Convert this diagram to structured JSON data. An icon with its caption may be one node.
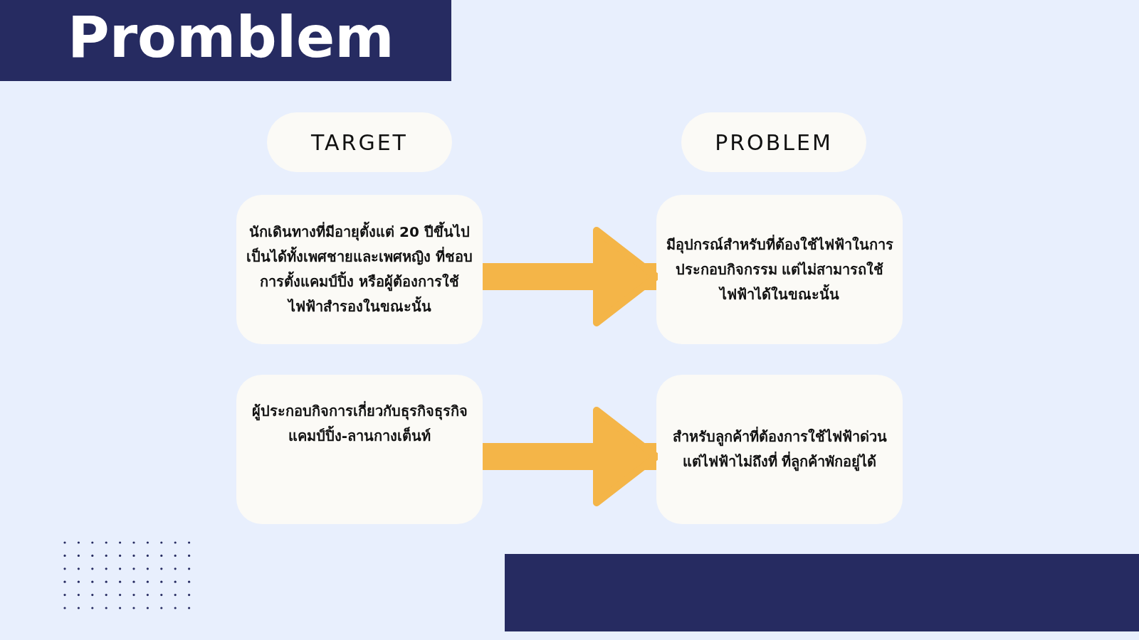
{
  "diagram": {
    "title": "Promblem",
    "nodes": [
      {
        "text": [
          "TARGET"
        ]
      },
      {
        "text": [
          "PROBLEM"
        ]
      },
      {
        "text": [
          "นักเดินทางที่มีอายุตั้งแต่ 20 ปีขึ้นไป เป็นได้ทั้งเพศชายและเพศหญิง ที่ชอบการตั้งแคมป์ปิ้ง หรือผู้ต้องการใช้ไฟฟ้าสำรองในขณะนั้น"
        ]
      },
      {
        "text": [
          "มีอุปกรณ์สำหรับที่ต้องใช้ไฟฟ้าในการประกอบกิจกรรม แต่ไม่สามารถใช้ไฟฟ้าได้ในขณะนั้น"
        ]
      },
      {
        "text": [
          "ผู้ประกอบกิจการเกี่ยวกับธุรกิจธุรกิจแคมป์ปิ้ง-ลานกางเต็นท์"
        ]
      },
      {
        "text": [
          "สำหรับลูกค้าที่ต้องการใช้ไฟฟ้าด่วน แต่ไฟฟ้าไม่ถึงที่ ที่ลูกค้าพักอยู่ได้"
        ]
      }
    ],
    "edges": [
      {
        "from": 2,
        "to": 3,
        "arrow": "to"
      },
      {
        "from": 4,
        "to": 5,
        "arrow": "to"
      }
    ]
  }
}
